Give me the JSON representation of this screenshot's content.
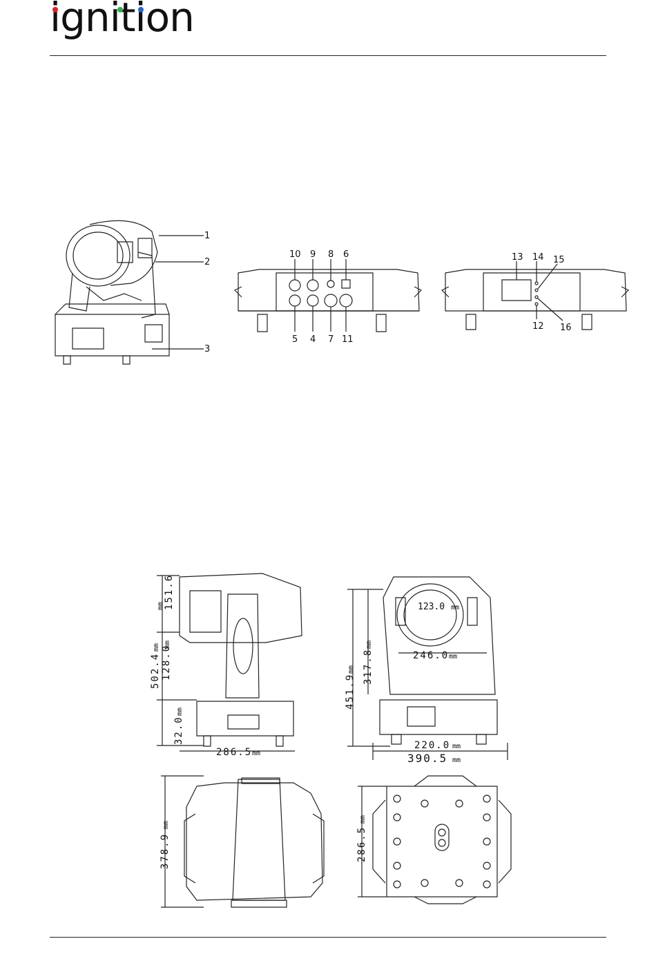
{
  "header": {
    "logo": "ignition"
  },
  "callouts": {
    "front": [
      "1",
      "2",
      "3"
    ],
    "rear": [
      "10",
      "9",
      "8",
      "6",
      "5",
      "4",
      "7",
      "11"
    ],
    "panel": [
      "13",
      "14",
      "15",
      "12",
      "16"
    ]
  },
  "dimensions": {
    "side": {
      "d1": "151.6",
      "d1_unit": "mm",
      "d2": "502.4",
      "d2_unit": "mm",
      "d3": "128.0",
      "d3_unit": "mm",
      "d4": "32.0",
      "d4_unit": "mm",
      "d5": "286.5",
      "d5_unit": "mm"
    },
    "front": {
      "lens": "123.0",
      "lens_unit": "mm",
      "yoke": "246.0",
      "yoke_unit": "mm",
      "total_h": "451.9",
      "total_h_unit": "mm",
      "head_h": "317.8",
      "head_h_unit": "mm",
      "base_w": "220.0",
      "base_w_unit": "mm",
      "total_w": "390.5",
      "total_w_unit": "mm"
    },
    "top": {
      "d": "378.9",
      "d_unit": "mm"
    },
    "bottom": {
      "d": "286.5",
      "d_unit": "mm"
    }
  }
}
